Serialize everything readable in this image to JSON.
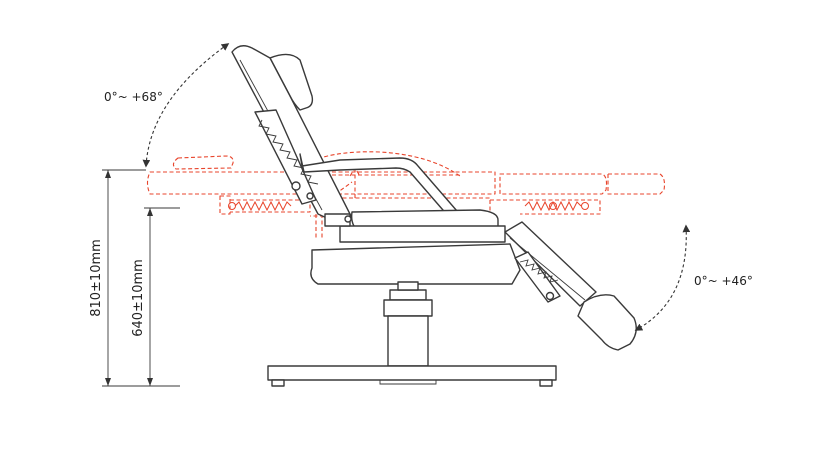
{
  "annotations": {
    "backrest_angle": "0°~ +68°",
    "leg_angle": "0°~ +46°",
    "max_height": "810±10mm",
    "min_height": "640±10mm"
  },
  "colors": {
    "outline": "#3a3a3a",
    "flat_position": "#e8452c",
    "text": "#222222"
  }
}
